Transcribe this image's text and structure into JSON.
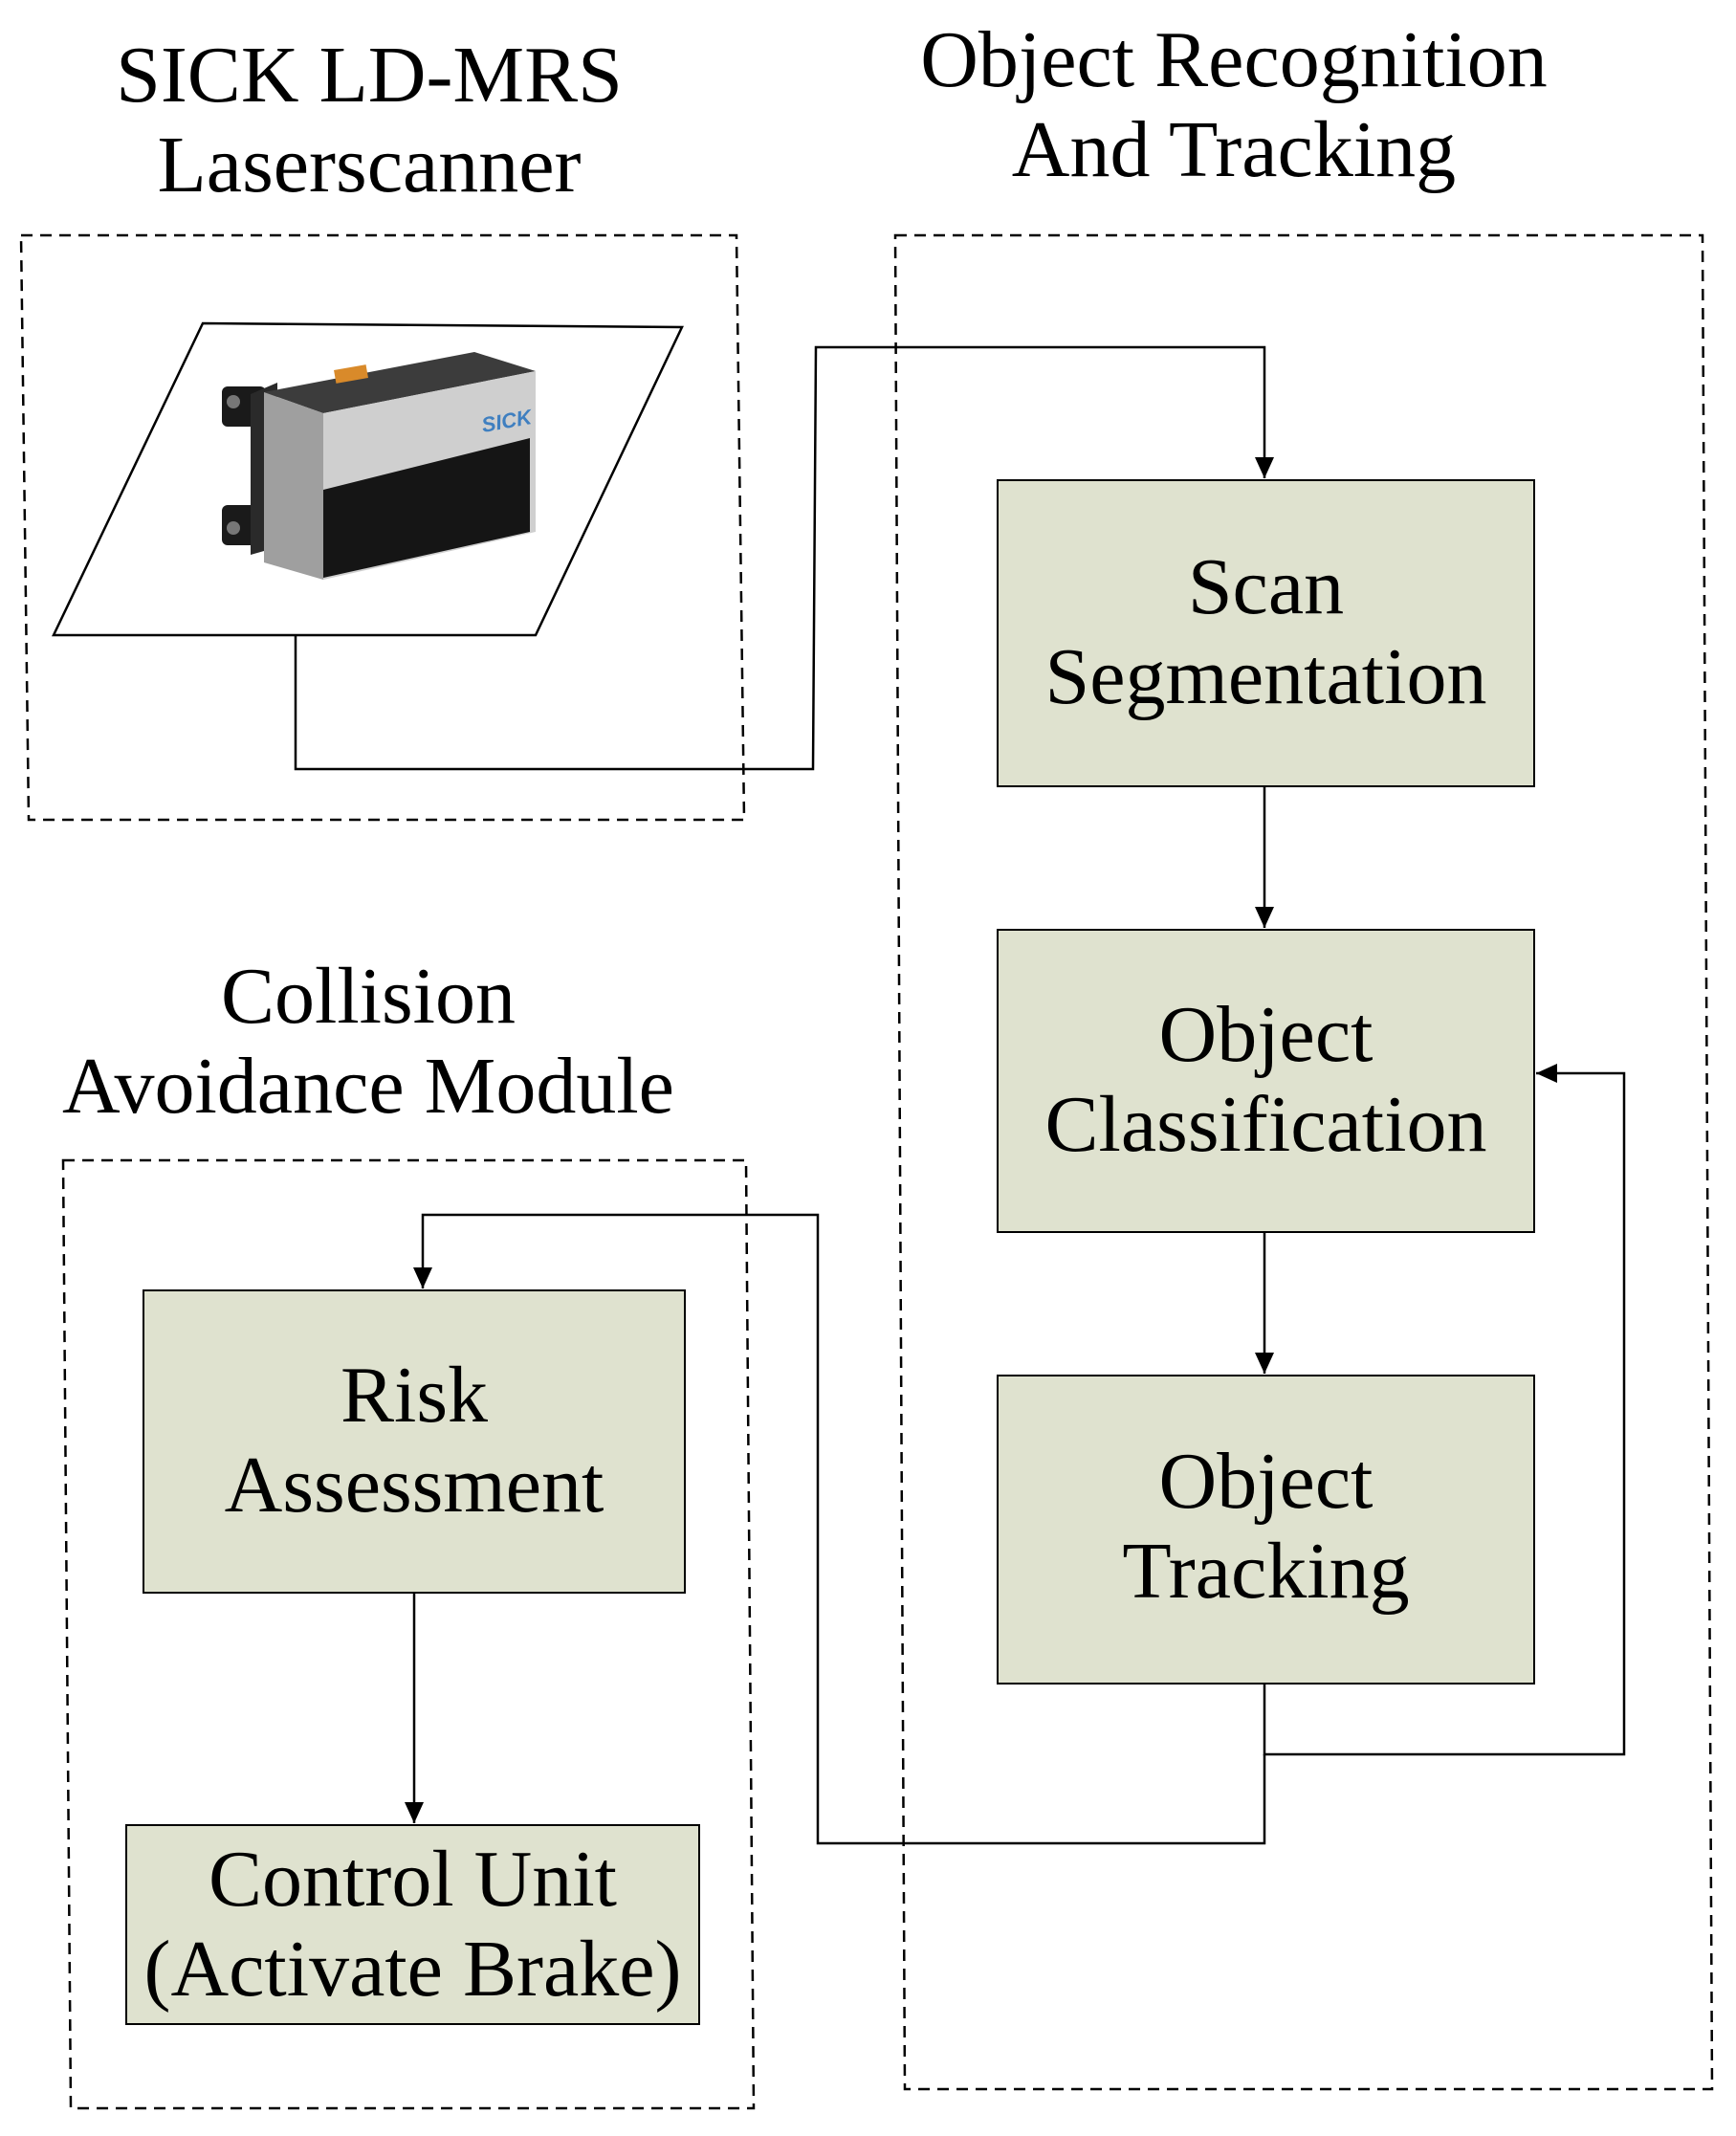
{
  "colors": {
    "box_fill": "#dfe2cf",
    "stroke": "#000000",
    "background": "#ffffff"
  },
  "groups": {
    "laserscanner": {
      "title_line1": "SICK LD-MRS",
      "title_line2": "Laserscanner"
    },
    "object_recognition": {
      "title_line1": "Object Recognition",
      "title_line2": "And Tracking"
    },
    "collision_avoidance": {
      "title_line1": "Collision",
      "title_line2": "Avoidance Module"
    }
  },
  "device": {
    "icon": "laserscanner-device-icon",
    "brand": "SICK"
  },
  "boxes": {
    "scan_segmentation": {
      "line1": "Scan",
      "line2": "Segmentation"
    },
    "object_classification": {
      "line1": "Object",
      "line2": "Classification"
    },
    "object_tracking": {
      "line1": "Object",
      "line2": "Tracking"
    },
    "risk_assessment": {
      "line1": "Risk",
      "line2": "Assessment"
    },
    "control_unit": {
      "line1": "Control Unit",
      "line2": "(Activate Brake)"
    }
  }
}
